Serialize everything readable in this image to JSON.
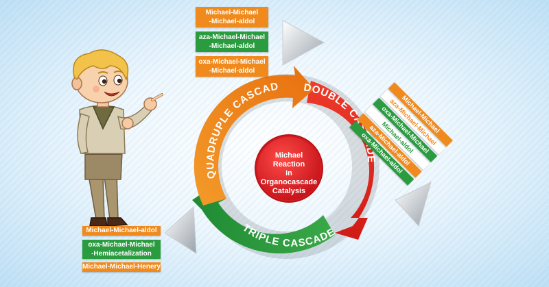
{
  "center": {
    "line1": "Michael",
    "line2": "Reaction",
    "line3": "in",
    "line4": "Organocascade",
    "line5": "Catalysis"
  },
  "cycle": {
    "quadruple": "QUADRUPLE CASCADE",
    "double": "DOUBLE CASCADE",
    "triple": "TRIPLE CASCADE"
  },
  "colors": {
    "orange": "#f18a1c",
    "red": "#e3231e",
    "green": "#2b9b3f",
    "center": "#e01f26"
  },
  "top_boxes": [
    {
      "line1": "Michael-Michael",
      "line2": "-Michael-aldol"
    },
    {
      "line1": "aza-Michael-Michael",
      "line2": "-Michael-aldol"
    },
    {
      "line1": "oxa-Michael-Michael",
      "line2": "-Michael-aldol"
    }
  ],
  "right_list": [
    "Michael-Michael",
    "aza-Michael-Michael",
    "oxa-Michael-Michael",
    "Michael-aldol",
    "aza-Michael-aldol",
    "oxa-Michael-aldol"
  ],
  "left_boxes": [
    {
      "line1": "Michael-Michael-aldol"
    },
    {
      "line1": "oxa-Michael-Michael",
      "line2": "-Hemiacetalization"
    },
    {
      "line1": "Michael-Michael-Henery"
    }
  ],
  "icons": [
    "boy-pointing-illustration",
    "play-triangle-icon"
  ]
}
